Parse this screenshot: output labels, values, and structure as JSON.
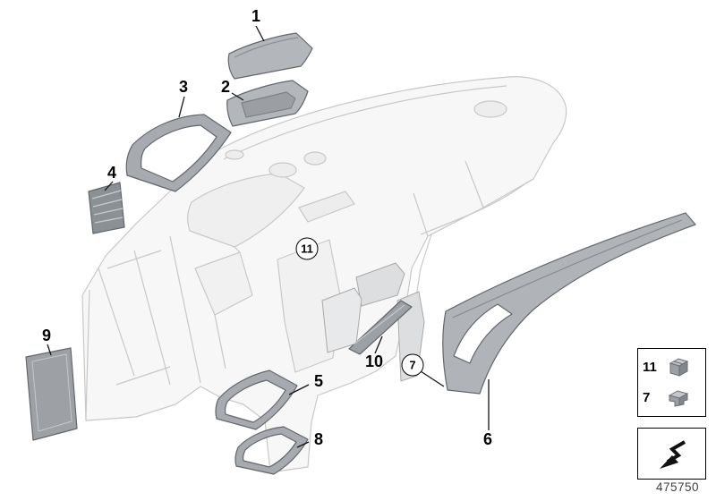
{
  "page": {
    "background": "#ffffff",
    "doc_number": "475750"
  },
  "callouts": {
    "c1": {
      "label": "1"
    },
    "c2": {
      "label": "2"
    },
    "c3": {
      "label": "3"
    },
    "c4": {
      "label": "4"
    },
    "c5": {
      "label": "5"
    },
    "c6": {
      "label": "6"
    },
    "c7": {
      "label": "7"
    },
    "c8": {
      "label": "8"
    },
    "c9": {
      "label": "9"
    },
    "c10": {
      "label": "10"
    },
    "c11": {
      "label": "11"
    }
  },
  "legend": {
    "items": [
      {
        "label": "11",
        "icon": "mounting-clip-icon"
      },
      {
        "label": "7",
        "icon": "expanding-rivet-icon"
      }
    ]
  },
  "reference": {
    "icon": "cross-reference-arrow-icon"
  },
  "colors": {
    "body_line": "#c8c8c8",
    "body_fill": "#f7f7f7",
    "part_fill": "#a7abb0",
    "part_stroke": "#63676b",
    "leader_line": "#141414"
  }
}
